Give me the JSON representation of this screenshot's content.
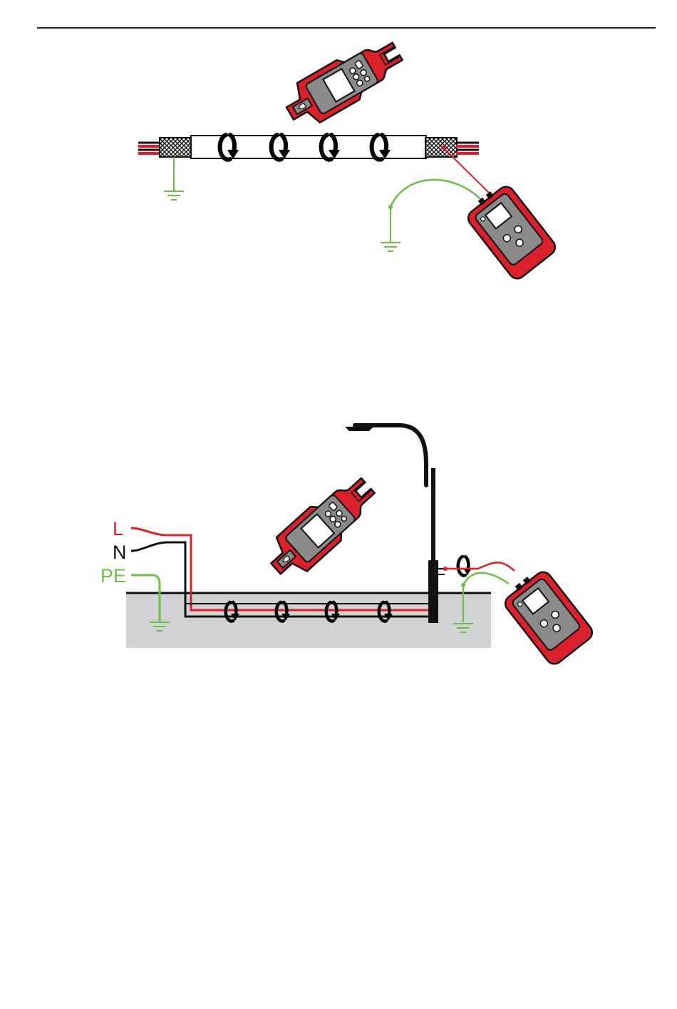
{
  "labels": {
    "line": "L",
    "neutral": "N",
    "protective_earth": "PE"
  },
  "colors": {
    "line_wire": "#d9202b",
    "neutral_wire": "#111111",
    "earth_wire": "#6cbe45",
    "tool_red": "#d9202b",
    "tool_gray": "#8a8a8a",
    "ground_fill": "#d1d2d4",
    "rule": "#1a1a1a"
  },
  "icons": {
    "receiver": "clamp-receiver-icon",
    "transmitter": "transmitter-icon",
    "ground": "ground-symbol-icon",
    "signal": "signal-loop-icon",
    "lamp": "street-lamp-icon"
  }
}
